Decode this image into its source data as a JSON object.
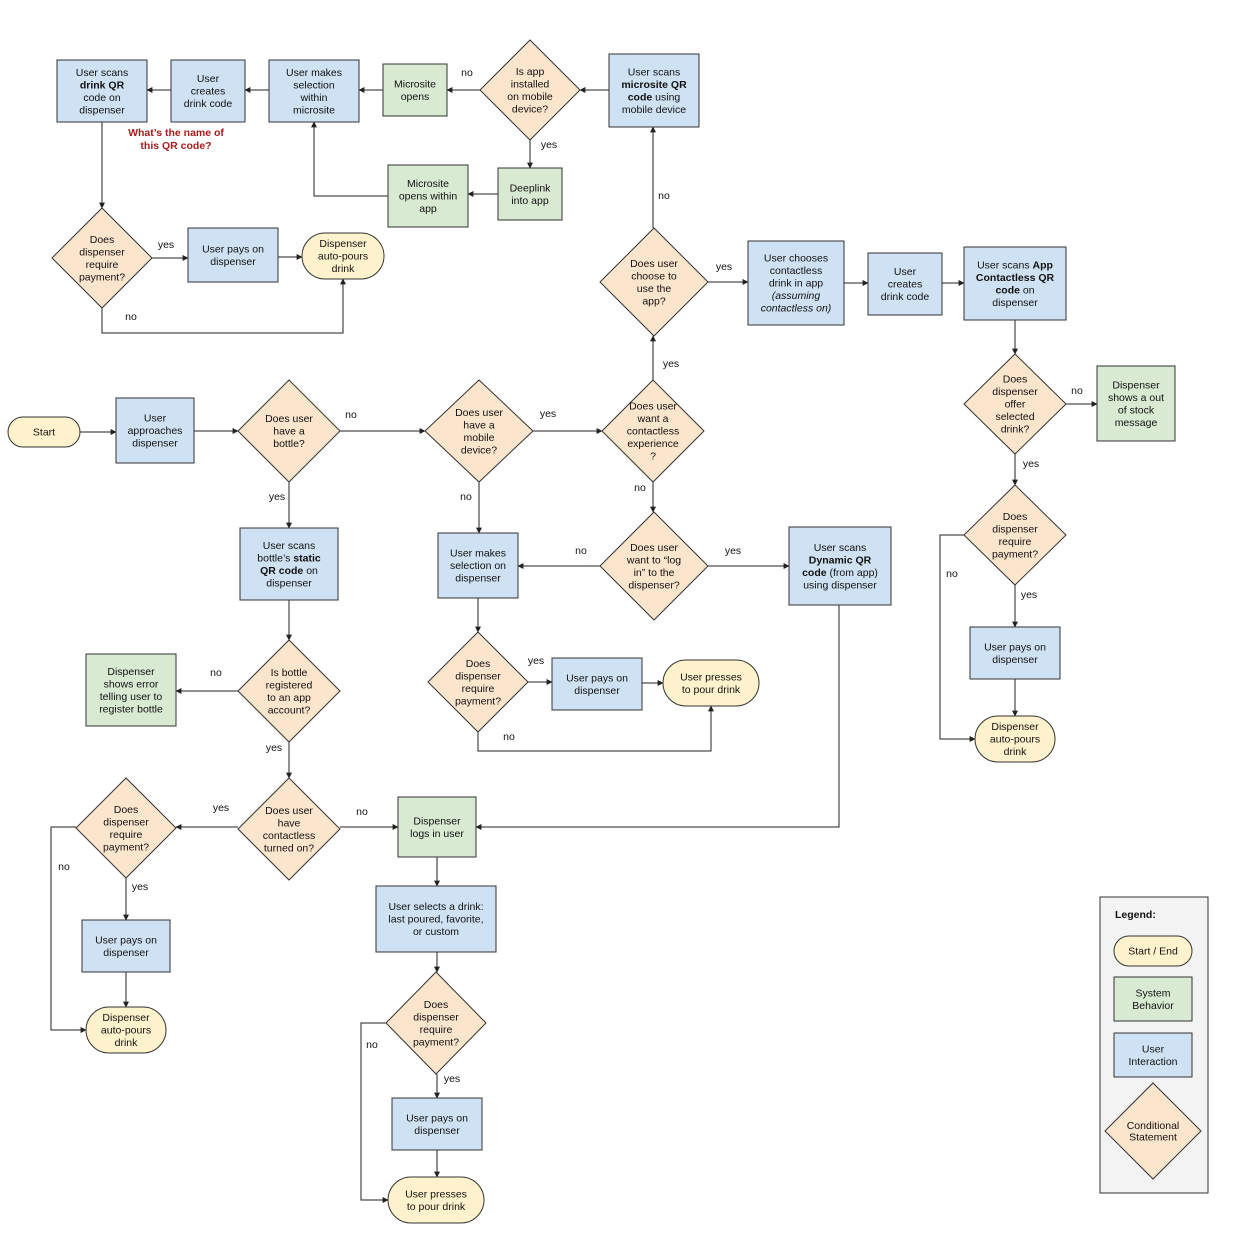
{
  "colors": {
    "start_end_fill": "#fff2cc",
    "system_fill": "#d9ead3",
    "user_fill": "#cfe2f3",
    "conditional_fill": "#fce5cd",
    "stroke": "#333333",
    "note_color": "#a81c1c",
    "legend_bg": "#f3f3f3"
  },
  "nodes": {
    "start": {
      "text": "Start"
    },
    "approach": {
      "text": "User\napproaches\ndispenser"
    },
    "have_bottle": {
      "text": "Does user\nhave a\nbottle?"
    },
    "mobile_device": {
      "text": "Does user\nhave a\nmobile\ndevice?"
    },
    "want_contactless": {
      "text": "Does user\nwant a\ncontactless\nexperience\n?"
    },
    "want_login": {
      "text": "Does user\nwant to “log\nin” to the\ndispenser?"
    },
    "select_on_dispenser": {
      "text": "User makes\nselection on\ndispenser"
    },
    "mid_require_payment": {
      "text": "Does\ndispenser\nrequire\npayment?"
    },
    "mid_user_pays": {
      "text": "User pays on\ndispenser"
    },
    "mid_press_pour": {
      "text": "User presses\nto pour drink"
    },
    "scan_dynamic": {
      "text": "User scans\n**Dynamic QR\ncode** (from app)\nusing dispenser"
    },
    "scan_static": {
      "text": "User scans\nbottle’s **static\nQR code** on\ndispenser"
    },
    "bottle_registered": {
      "text": "Is bottle\nregistered\nto an app\naccount?"
    },
    "register_error": {
      "text": "Dispenser\nshows error\ntelling user to\nregister bottle"
    },
    "contactless_on": {
      "text": "Does user\nhave\ncontactless\nturned on?"
    },
    "bl_require_payment": {
      "text": "Does\ndispenser\nrequire\npayment?"
    },
    "bl_user_pays": {
      "text": "User pays on\ndispenser"
    },
    "bl_auto_pours": {
      "text": "Dispenser\nauto-pours\ndrink"
    },
    "logs_in": {
      "text": "Dispenser\nlogs in user"
    },
    "select_drink": {
      "text": "User selects a drink:\nlast poured, favorite,\nor custom"
    },
    "bm_require_payment": {
      "text": "Does\ndispenser\nrequire\npayment?"
    },
    "bm_user_pays": {
      "text": "User pays on\ndispenser"
    },
    "bm_press_pour": {
      "text": "User presses\nto pour drink"
    },
    "choose_app": {
      "text": "Does user\nchoose to\nuse the\napp?"
    },
    "scan_microsite": {
      "text": "User scans\n**microsite QR\ncode** using\nmobile device"
    },
    "app_installed": {
      "text": "Is app\ninstalled\non mobile\ndevice?"
    },
    "microsite_opens": {
      "text": "Microsite\nopens"
    },
    "deeplink": {
      "text": "Deeplink\ninto app"
    },
    "microsite_in_app": {
      "text": "Microsite\nopens within\napp"
    },
    "selection_microsite": {
      "text": "User makes\nselection\nwithin\nmicrosite"
    },
    "creates_code_tl": {
      "text": "User\ncreates\ndrink code"
    },
    "scan_drink_qr": {
      "text": "User scans\n**drink QR**\ncode on\ndispenser"
    },
    "tl_require_payment": {
      "text": "Does\ndispenser\nrequire\npayment?"
    },
    "tl_user_pays": {
      "text": "User pays on\ndispenser"
    },
    "tl_auto_pours": {
      "text": "Dispenser\nauto-pours\ndrink"
    },
    "chooses_contactless": {
      "text": "User chooses\ncontactless\ndrink in app\n*(assuming\ncontactless on)*"
    },
    "creates_code_r": {
      "text": "User\ncreates\ndrink code"
    },
    "scan_app_contactless": {
      "text": "User scans **App\nContactless QR\ncode** on\ndispenser"
    },
    "offer_selected": {
      "text": "Does\ndispenser\noffer\nselected\ndrink?"
    },
    "out_of_stock": {
      "text": "Dispenser\nshows a out\nof stock\nmessage"
    },
    "r_require_payment": {
      "text": "Does\ndispenser\nrequire\npayment?"
    },
    "r_user_pays": {
      "text": "User pays on\ndispenser"
    },
    "r_auto_pours": {
      "text": "Dispenser\nauto-pours\ndrink"
    }
  },
  "edge_labels": {
    "have_bottle_no": "no",
    "have_bottle_yes": "yes",
    "mobile_yes": "yes",
    "mobile_no": "no",
    "contactless_yes": "yes",
    "contactless_no": "no",
    "login_no": "no",
    "login_yes": "yes",
    "mid_pay_yes": "yes",
    "mid_pay_no": "no",
    "registered_no": "no",
    "registered_yes": "yes",
    "contactless_on_yes": "yes",
    "contactless_on_no": "no",
    "bl_pay_yes": "yes",
    "bl_pay_no": "no",
    "bm_pay_yes": "yes",
    "bm_pay_no": "no",
    "choose_app_yes": "yes",
    "choose_app_no": "no",
    "app_installed_no": "no",
    "app_installed_yes": "yes",
    "tl_pay_yes": "yes",
    "tl_pay_no": "no",
    "offer_no": "no",
    "offer_yes": "yes",
    "r_pay_yes": "yes",
    "r_pay_no": "no"
  },
  "note": {
    "text": "What’s the name of\nthis QR code?"
  },
  "legend": {
    "title": "Legend:",
    "start_end": "Start / End",
    "system": "System\nBehavior",
    "user": "User\nInteraction",
    "conditional": "Conditional\nStatement"
  }
}
